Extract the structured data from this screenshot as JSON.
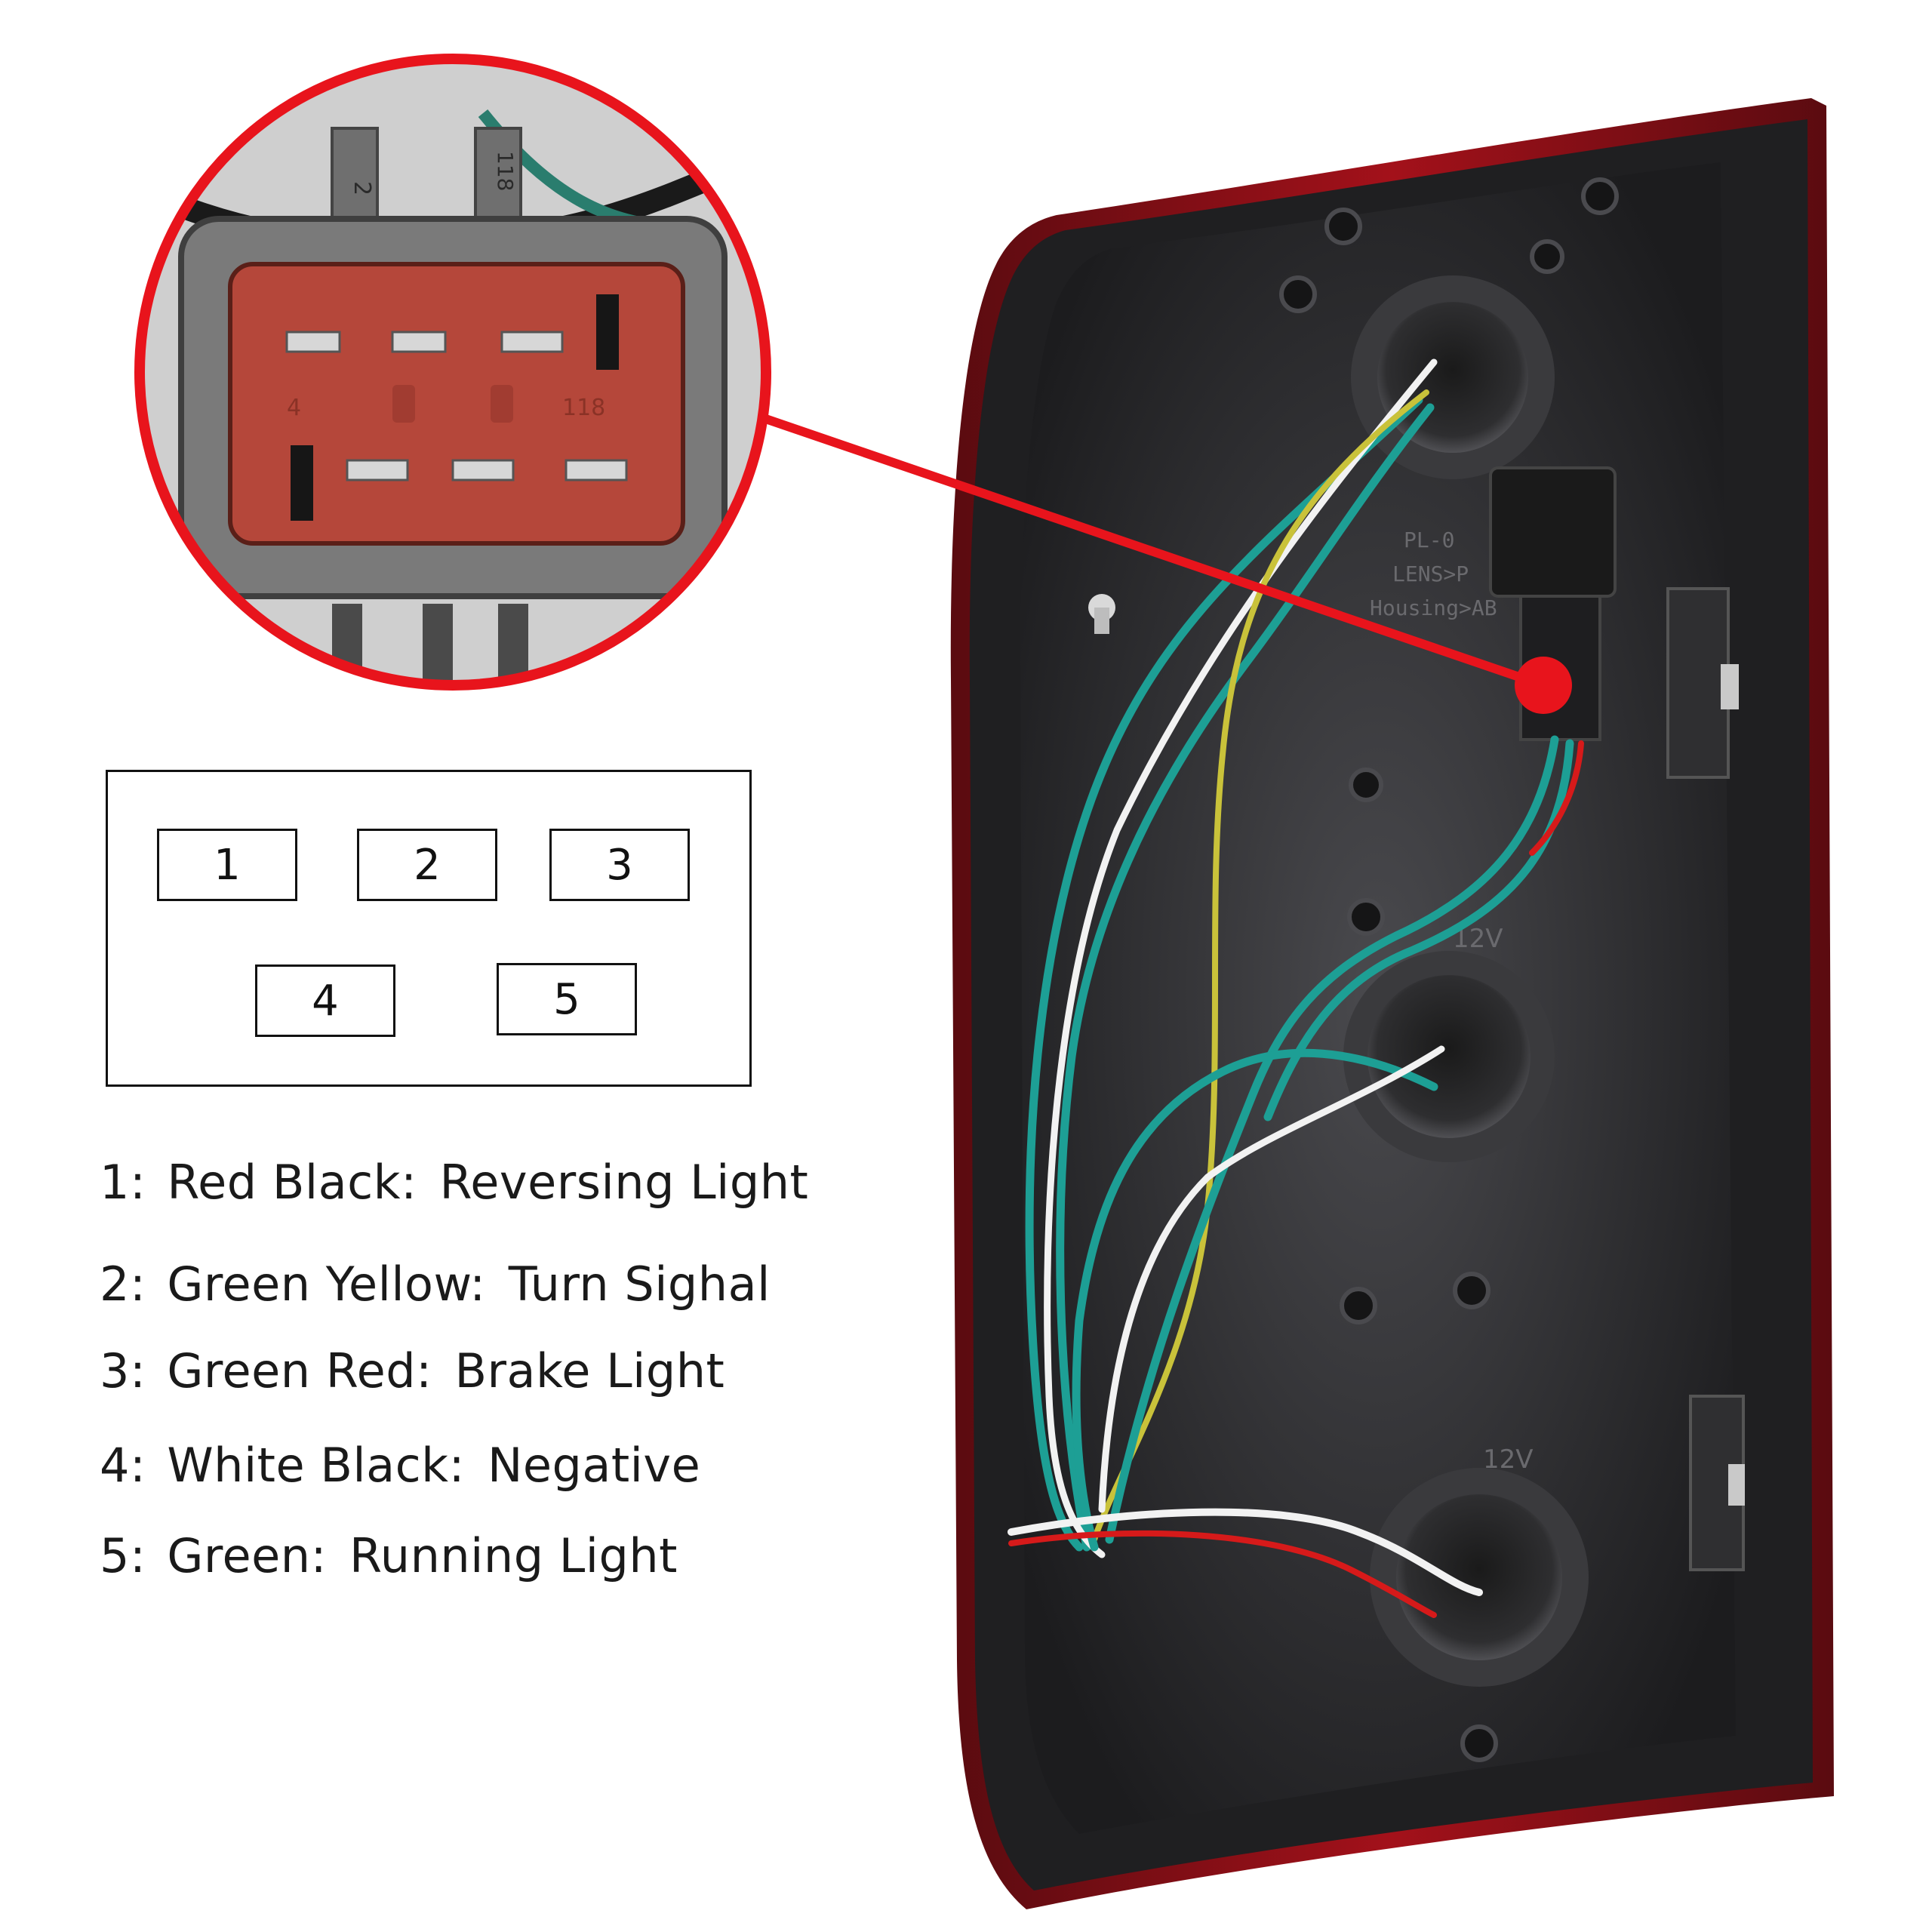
{
  "connector_face": {
    "cavity_marks": [
      "2",
      "118",
      "4",
      "118"
    ]
  },
  "pinout": {
    "pins": [
      "1",
      "2",
      "3",
      "4",
      "5"
    ]
  },
  "legend": {
    "rows": [
      {
        "num": "1:",
        "wire": "Red Black:",
        "function": "Reversing Light"
      },
      {
        "num": "2:",
        "wire": "Green Yellow:",
        "function": "Turn Sighal"
      },
      {
        "num": "3:",
        "wire": "Green Red:",
        "function": "Brake Light"
      },
      {
        "num": "4:",
        "wire": "White Black:",
        "function": "Negative"
      },
      {
        "num": "5:",
        "wire": "Green:",
        "function": "Running Light"
      }
    ]
  },
  "housing": {
    "socket_label": "12V",
    "molded_text": [
      "PL-0",
      "LENS>P",
      "Housing>AB"
    ]
  },
  "colors": {
    "callout": "#e8141c",
    "housing": "#2a2a2c",
    "connector_body": "#b5473a",
    "wire_green": "#1d9f95",
    "wire_white": "#f2f2f2",
    "wire_red": "#d61a1a",
    "wire_yellow": "#c9c23a"
  }
}
